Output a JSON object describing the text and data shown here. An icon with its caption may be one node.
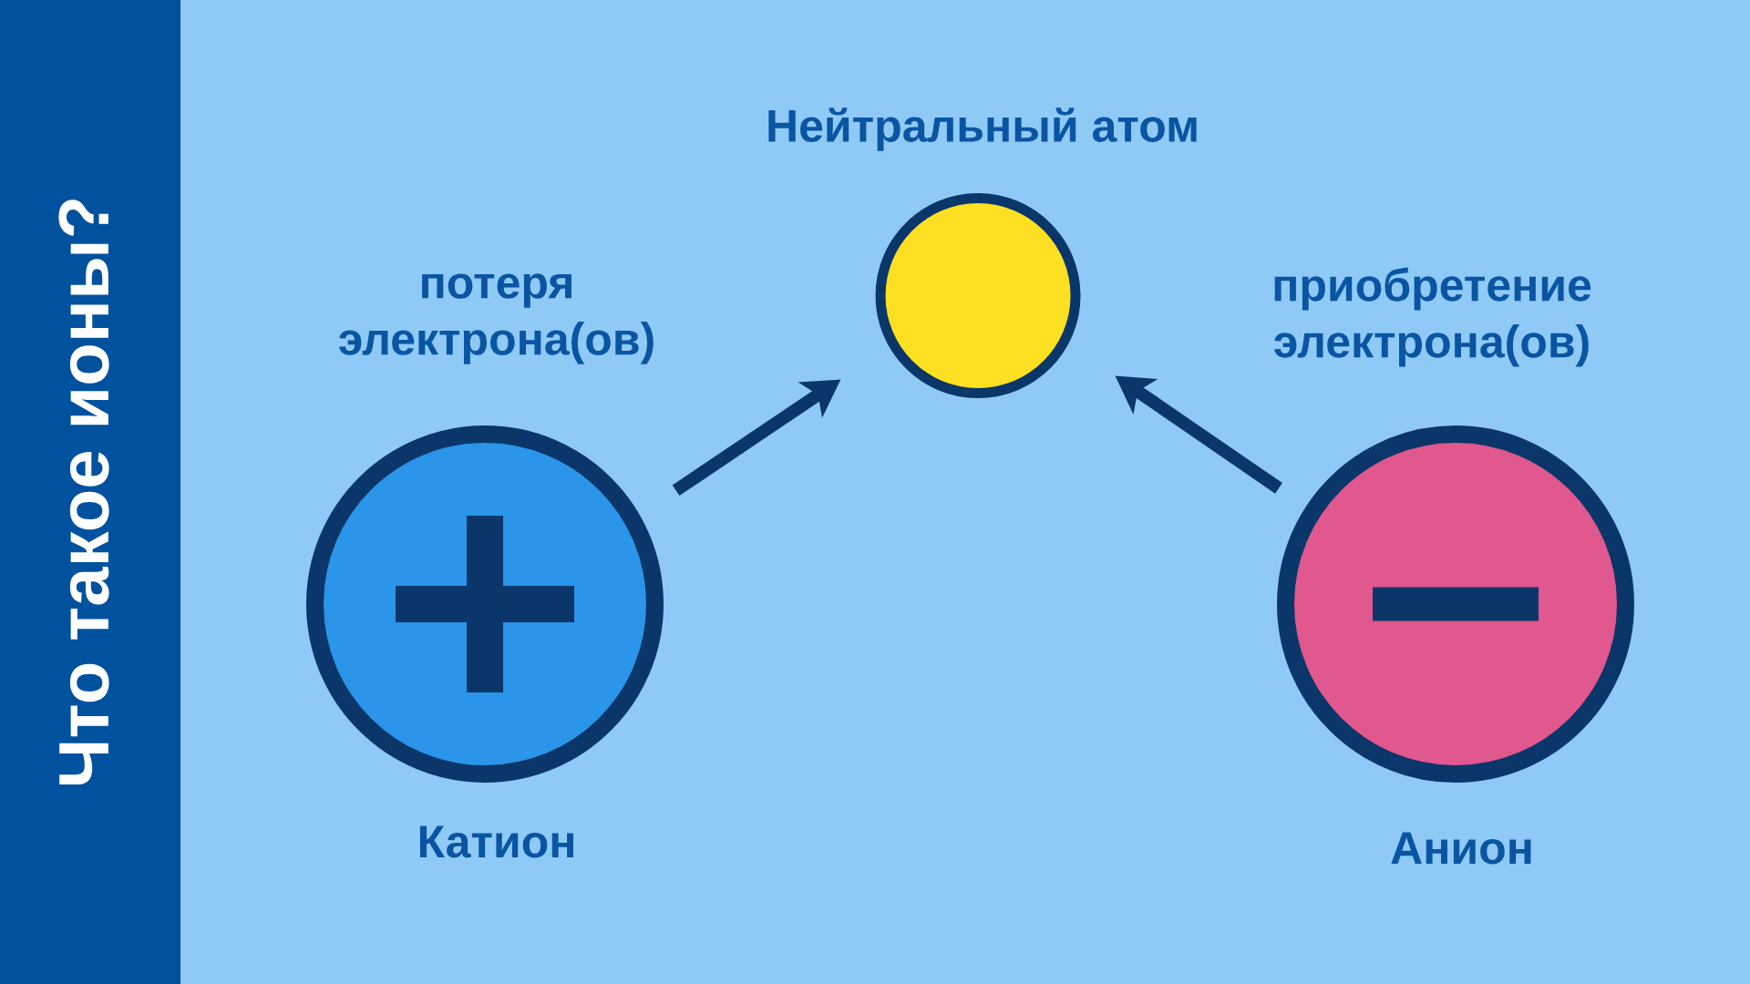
{
  "diagram": {
    "title": "Что такое ионы?",
    "nodes": [
      {
        "text": [
          "Нейтральный атом"
        ]
      },
      {
        "text": [
          "Катион"
        ]
      },
      {
        "text": [
          "Анион"
        ]
      }
    ],
    "edges": [
      {
        "from": 1,
        "to": 0,
        "arrow": "to",
        "label": "потеря электрона(ов)"
      },
      {
        "from": 2,
        "to": 0,
        "arrow": "to",
        "label": "приобретение электрона(ов)"
      }
    ]
  }
}
